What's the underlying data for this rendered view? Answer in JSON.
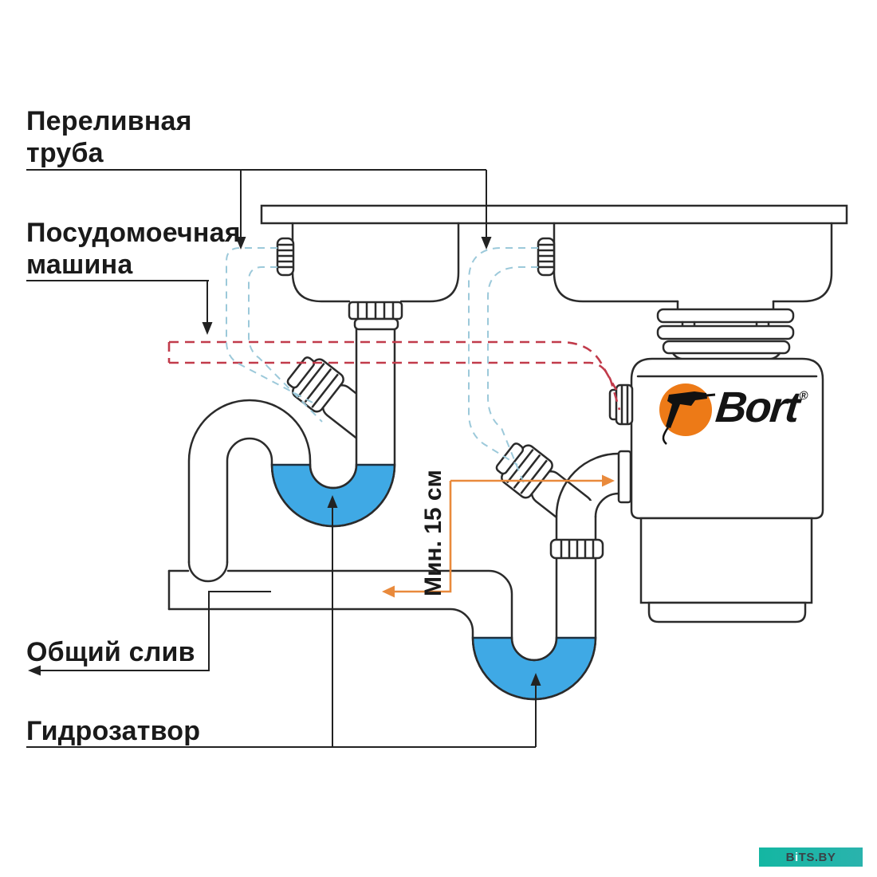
{
  "labels": {
    "overflow_line1": "Переливная",
    "overflow_line2": "труба",
    "dishwasher_line1": "Посудомоечная",
    "dishwasher_line2": "машина",
    "common_drain": "Общий слив",
    "water_trap": "Гидрозатвор",
    "min_distance": "Мин. 15 см"
  },
  "brand": {
    "name": "Bort",
    "registered": "®"
  },
  "watermark": {
    "part_b": "B",
    "part_i": "i",
    "part_rest": "TS.BY"
  },
  "colors": {
    "water_fill": "#3FA9E5",
    "water_outline": "#1D3040",
    "dishwasher_hose_dashed": "#C13B4B",
    "overflow_hose_dashed": "#9CC9DA",
    "dimension_orange": "#E98A3C",
    "outline": "#2B2B2B",
    "brand_orange": "#ED7A17",
    "watermark_teal": "#1CB5A3"
  }
}
